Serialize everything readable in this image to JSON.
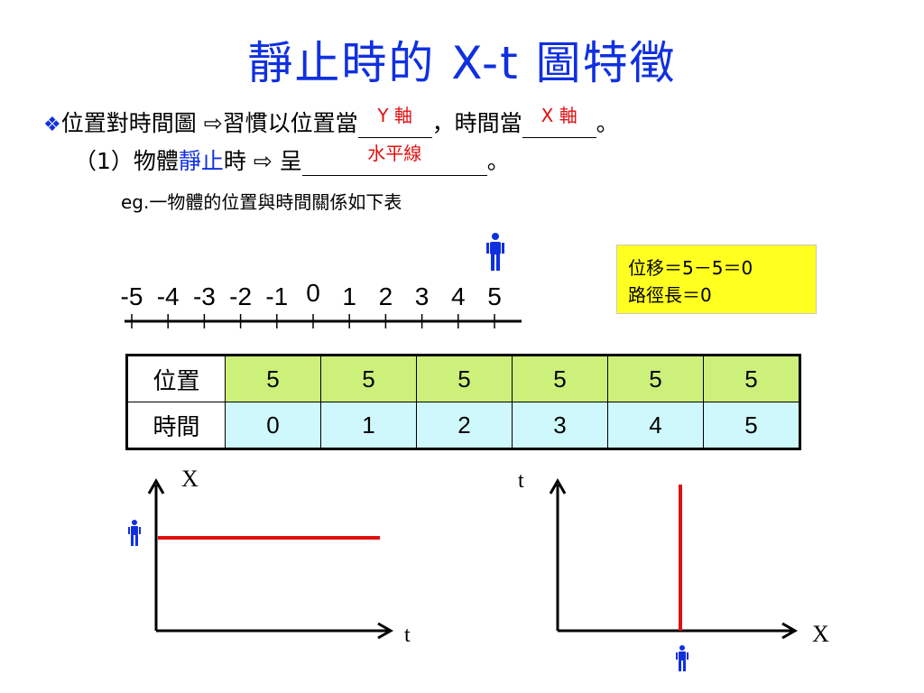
{
  "title": "靜止時的 X-t 圖特徵",
  "line1": {
    "bullet": "❖",
    "text_a": "位置對時間圖 ",
    "arrow": "⇨",
    "text_b": "習慣以位置當",
    "answer1": "Y 軸",
    "text_c": "，時間當",
    "answer2": "X 軸",
    "text_d": "。"
  },
  "line2": {
    "text_a": "（1）物體",
    "highlight": "靜止",
    "text_b": "時 ",
    "arrow": "⇨",
    "text_c": " 呈",
    "answer": "水平線",
    "text_d": "。"
  },
  "example": "eg.一物體的位置與時間關係如下表",
  "number_line": {
    "labels": [
      "-5",
      "-4",
      "-3",
      "-2",
      "-1",
      "0",
      "1",
      "2",
      "3",
      "4",
      "5"
    ],
    "person_at": 5
  },
  "info_box": {
    "line1": "位移＝5－5＝0",
    "line2": "路徑長＝0"
  },
  "table": {
    "row1_header": "位置",
    "row1_values": [
      "5",
      "5",
      "5",
      "5",
      "5",
      "5"
    ],
    "row2_header": "時間",
    "row2_values": [
      "0",
      "1",
      "2",
      "3",
      "4",
      "5"
    ]
  },
  "graph_left": {
    "y_label": "X",
    "x_label": "t"
  },
  "graph_right": {
    "y_label": "t",
    "x_label": "X"
  },
  "colors": {
    "title": "#1030e0",
    "answer": "#e01010",
    "line": "#e01010",
    "person": "#1030e0",
    "box": "#ffff20",
    "pos_cells": "#ccf07a",
    "time_cells": "#cff8fc"
  }
}
